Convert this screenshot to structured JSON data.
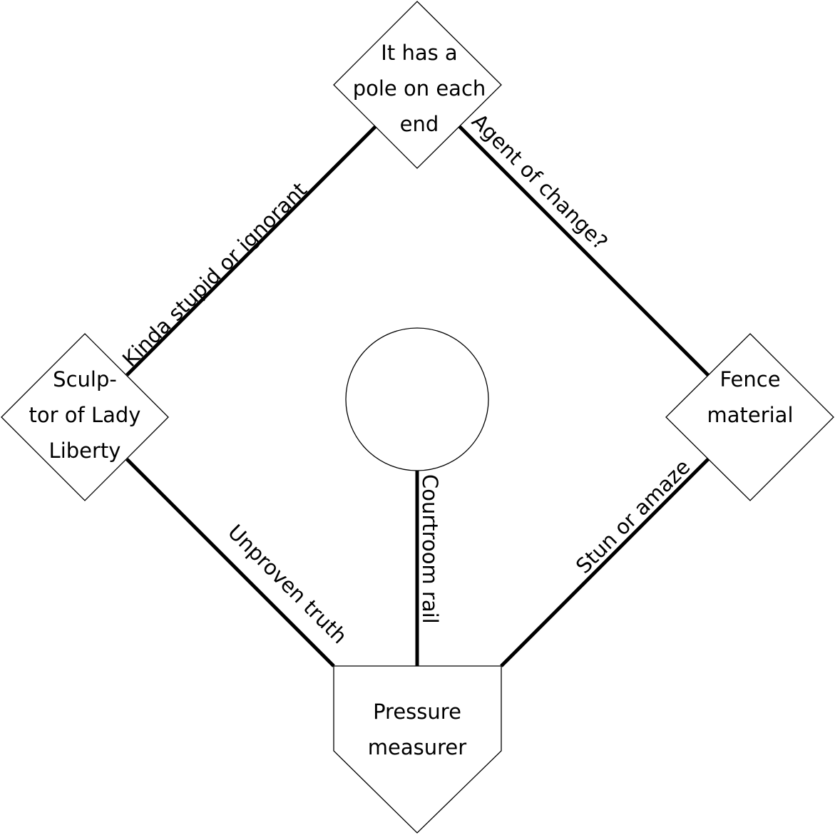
{
  "diagram": {
    "title": "",
    "nodes": {
      "second_base": {
        "shape": "diamond",
        "lines": [
          "It has a",
          "pole on each",
          "end"
        ]
      },
      "first_base": {
        "shape": "diamond",
        "lines": [
          "Fence",
          "material"
        ]
      },
      "third_base": {
        "shape": "diamond",
        "lines": [
          "Sculp-",
          "tor of Lady",
          "Liberty"
        ]
      },
      "home_plate": {
        "shape": "home-plate",
        "lines": [
          "Pressure",
          "measurer"
        ]
      },
      "pitcher_mound": {
        "shape": "circle",
        "lines": []
      }
    },
    "edges": {
      "third_to_second": {
        "from": "third_base",
        "to": "second_base",
        "label": "Kinda stupid or ignorant"
      },
      "second_to_first": {
        "from": "second_base",
        "to": "first_base",
        "label": "Agent of change?"
      },
      "third_to_home": {
        "from": "third_base",
        "to": "home_plate",
        "label": "Unproven truth"
      },
      "first_to_home": {
        "from": "first_base",
        "to": "home_plate",
        "label": "Stun or amaze"
      },
      "mound_to_home": {
        "from": "pitcher_mound",
        "to": "home_plate",
        "label": "Courtroom rail"
      }
    },
    "colors": {
      "stroke": "#000000",
      "fill": "#ffffff",
      "text": "#000000"
    }
  }
}
